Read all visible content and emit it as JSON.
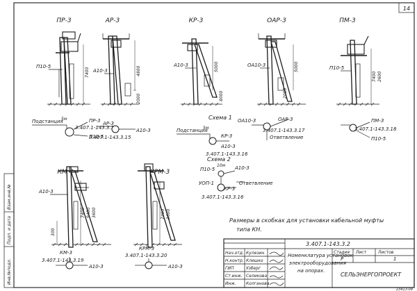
{
  "sheet_number": "14",
  "diagrams": {
    "pr3": {
      "title": "ПР-3",
      "label_side": "П10-5",
      "height": "7400",
      "mark_a": "ПР-3",
      "mark_b": "П10-5",
      "doc": "3.407.1-143.3.14",
      "substation": "Подстанция",
      "dist": "5м"
    },
    "ar3": {
      "title": "АР-3",
      "label_side": "А10-3",
      "height_a": "4800",
      "height_b": "2000",
      "mark_a": "АР-3",
      "mark_b": "А10-3",
      "doc": "3.407.1-143.3.15"
    },
    "kr3": {
      "title": "КР-3",
      "label_side": "А10-3",
      "height_a": "5000",
      "height_b": "8000",
      "scheme1": "Схема 1",
      "substation": "Подстанция",
      "dist": "5м",
      "mark_a": "КР-3",
      "mark_b": "А10-3",
      "doc": "3.407.1-143.3.16"
    },
    "oar3": {
      "title": "ОАР-3",
      "label_side": "ОА10-3",
      "height_a": "5000",
      "height_b": "2000",
      "mark_a": "ОАР-3",
      "mark_b": "ОА10-3",
      "doc": "3.407.1-143.3.17",
      "branch": "Ответвление"
    },
    "pm3": {
      "title": "ПМ-3",
      "label_side": "П10-5",
      "height_a": "7400",
      "height_b": "2600",
      "mark_a": "ПМ-3",
      "mark_b": "П10-5",
      "doc": "3.407.1-143.3.18"
    },
    "km3": {
      "title": "КМ-3",
      "label_side": "А10-3",
      "height_a": "7400",
      "height_b": "9400",
      "height_c": "3600",
      "dim_300": "300",
      "mark": "КМ-3",
      "doc": "3.407.1-143.3.19",
      "mark_b": "А10-3"
    },
    "krm3": {
      "title": "КРМ-3",
      "height_a": "7400",
      "height_b": "3600",
      "mark": "КРМ-3",
      "doc": "3.407.1-143.3.20",
      "mark_b": "А10-3"
    },
    "scheme2": {
      "title": "Схема 2",
      "mark_a": "П10-5",
      "mark_b": "А10-3",
      "dist": "10м",
      "mark_c": "УОП-1",
      "mark_d": "КР-3",
      "doc": "3.407.1-143.3.16",
      "branch": "Ответвление"
    }
  },
  "note_line1": "Размеры в скобках для установки кабельной муфты",
  "note_line2": "типа  КН.",
  "title_block": {
    "designation": "3.407.1-143.3.2",
    "roles": [
      "Нач.отд.",
      "Н.контр.",
      "ГИП",
      "Ст.инж.",
      "Инж."
    ],
    "names": [
      "Кулезин",
      "Клешко",
      "Узберг",
      "Селикова",
      "Колганова"
    ],
    "caption_line1": "Номенклатура установок",
    "caption_line2": "электрооборудования",
    "caption_line3": "на опорах.",
    "stage_h": "Стадия",
    "sheet_h": "Лист",
    "sheets_h": "Листов",
    "stage": "Р",
    "sheet": "",
    "sheets": "1",
    "org": "СЕЛЬЭНЕРГОПРОЕКТ"
  },
  "side_stamp": {
    "c1": "Инв.№подл.",
    "c2": "Подп. и дата",
    "c3": "Взам.инв.№"
  },
  "bottom_code": "23413-04"
}
